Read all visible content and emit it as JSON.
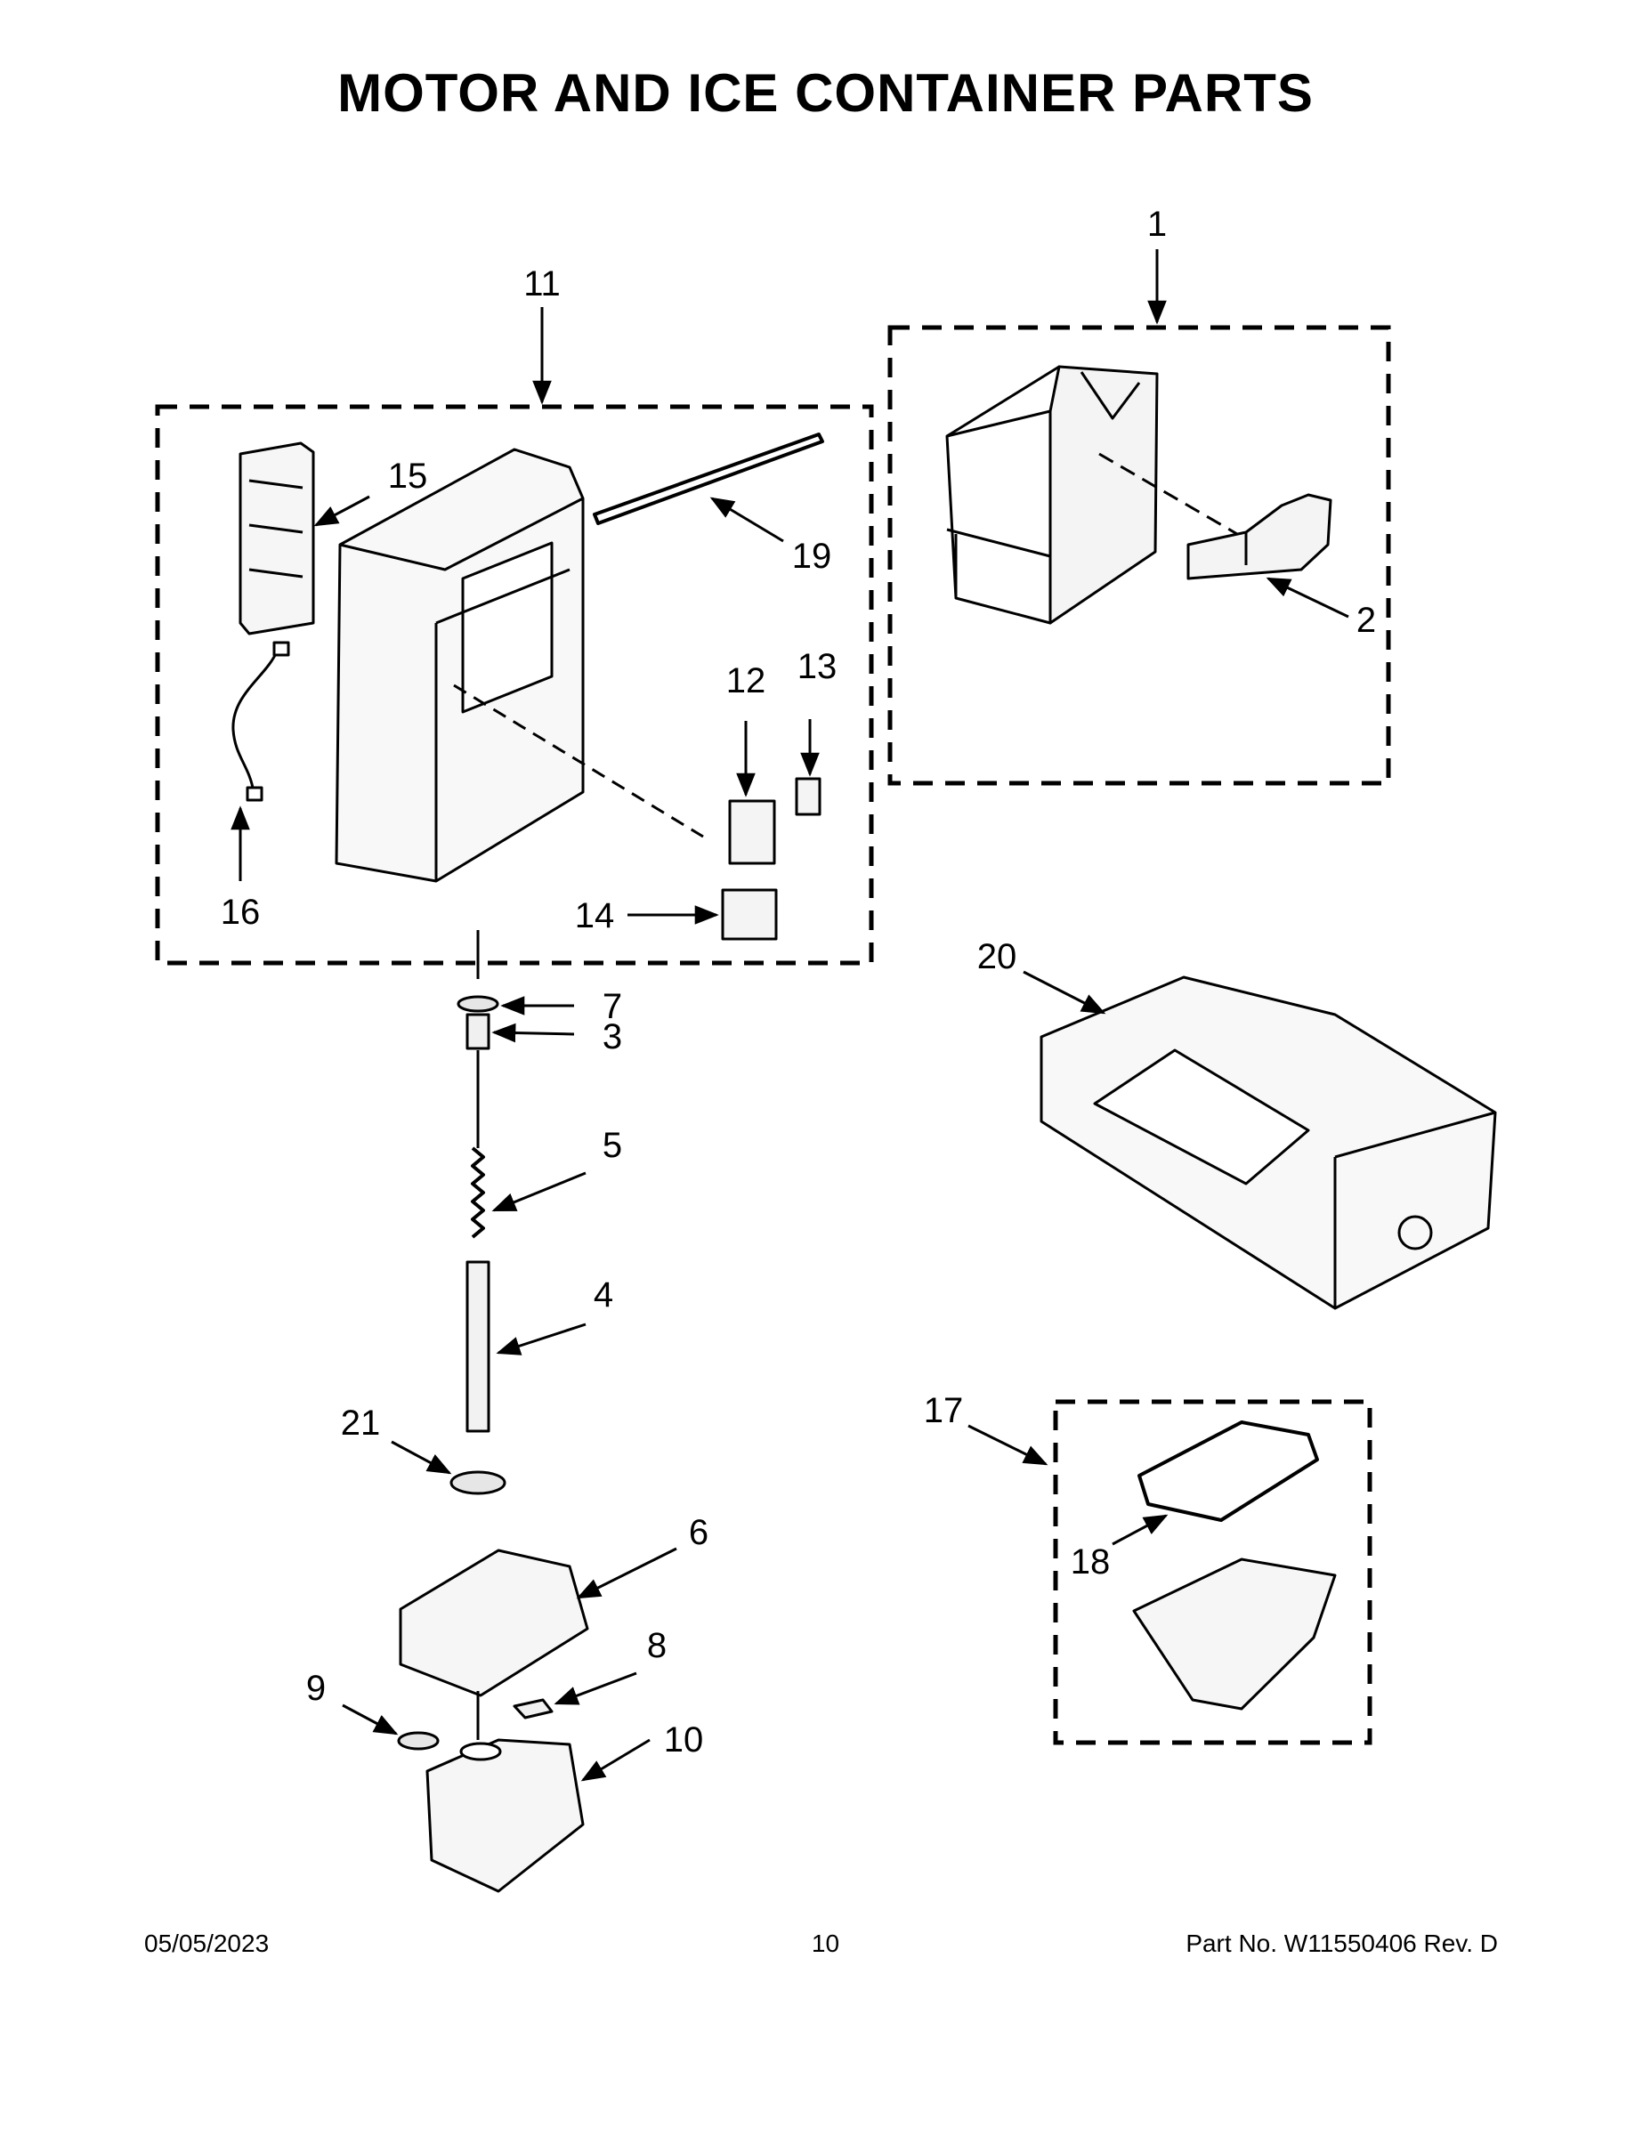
{
  "title": "MOTOR AND ICE CONTAINER PARTS",
  "callouts": [
    "1",
    "2",
    "3",
    "4",
    "5",
    "6",
    "7",
    "8",
    "9",
    "10",
    "11",
    "12",
    "13",
    "14",
    "15",
    "16",
    "17",
    "18",
    "19",
    "20",
    "21"
  ],
  "footer": {
    "date": "05/05/2023",
    "page": "10",
    "part_no": "Part No.  W11550406  Rev.  D"
  }
}
